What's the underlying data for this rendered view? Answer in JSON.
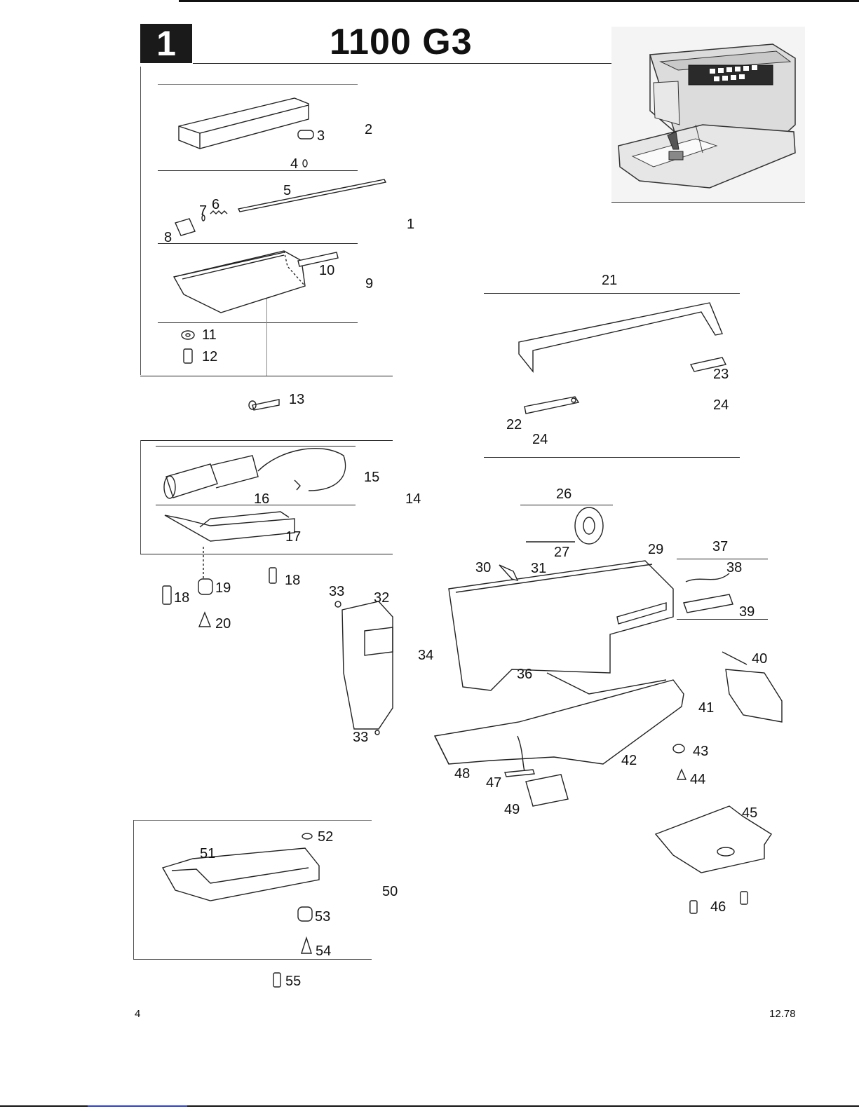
{
  "header": {
    "badge": "1",
    "title": "1100 G3"
  },
  "labels": {
    "p1": "1",
    "p2": "2",
    "p3": "3",
    "p4": "4",
    "p5": "5",
    "p6": "6",
    "p7": "7",
    "p8": "8",
    "p9": "9",
    "p10": "10",
    "p11": "11",
    "p12": "12",
    "p13": "13",
    "p14": "14",
    "p15": "15",
    "p16": "16",
    "p17": "17",
    "p18a": "18",
    "p18b": "18",
    "p19": "19",
    "p20": "20",
    "p21": "21",
    "p22": "22",
    "p23": "23",
    "p24a": "24",
    "p24b": "24",
    "p26": "26",
    "p27": "27",
    "p29": "29",
    "p30": "30",
    "p31": "31",
    "p32": "32",
    "p33a": "33",
    "p33b": "33",
    "p34": "34",
    "p36": "36",
    "p37": "37",
    "p38": "38",
    "p39": "39",
    "p40": "40",
    "p41": "41",
    "p42": "42",
    "p43": "43",
    "p44": "44",
    "p45": "45",
    "p46": "46",
    "p47": "47",
    "p48": "48",
    "p49": "49",
    "p50": "50",
    "p51": "51",
    "p52": "52",
    "p53": "53",
    "p54": "54",
    "p55": "55"
  },
  "footer": {
    "page_number": "4",
    "date_code": "12.78"
  }
}
